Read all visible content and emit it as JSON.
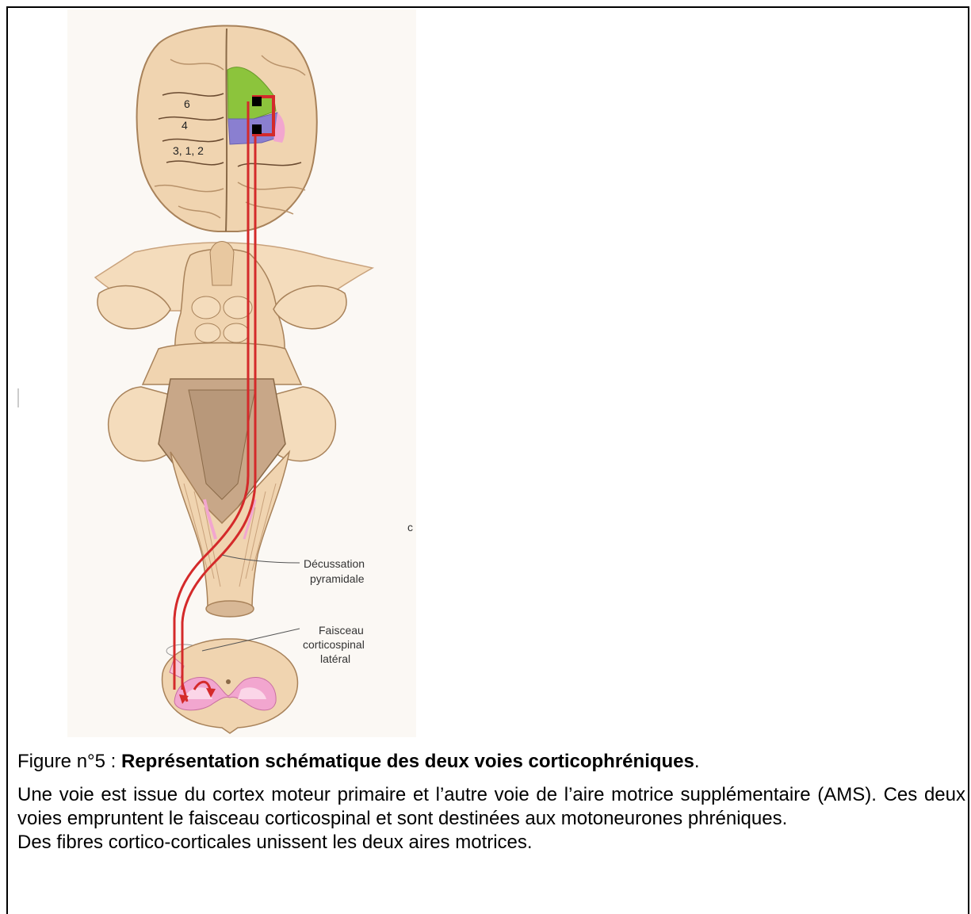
{
  "figure": {
    "area_numbers": [
      "6",
      "4",
      "3, 1, 2"
    ],
    "labels": {
      "decussation": [
        "Décussation",
        "pyramidale"
      ],
      "faisceau": [
        "Faisceau",
        "corticospinal",
        "latéral"
      ],
      "stray": "c"
    },
    "colors": {
      "tissue": "#f0d4b0",
      "tissue_dark": "#c9a27c",
      "pathway": "#d42a2a",
      "premotor": "#8cc43c",
      "motor": "#8a7fd0",
      "gray_matter": "#f2a6cf"
    }
  },
  "caption": {
    "prefix": "Figure n°5 : ",
    "title": "Représentation schématique des deux voies corticophréniques",
    "suffix": ".",
    "paragraph1": "Une voie est issue du cortex moteur primaire et l’autre voie de l’aire motrice supplémentaire (AMS). Ces deux voies empruntent le faisceau corticospinal et sont destinées aux motoneurones phréniques.",
    "paragraph2": "Des fibres cortico-corticales unissent les deux aires motrices."
  }
}
